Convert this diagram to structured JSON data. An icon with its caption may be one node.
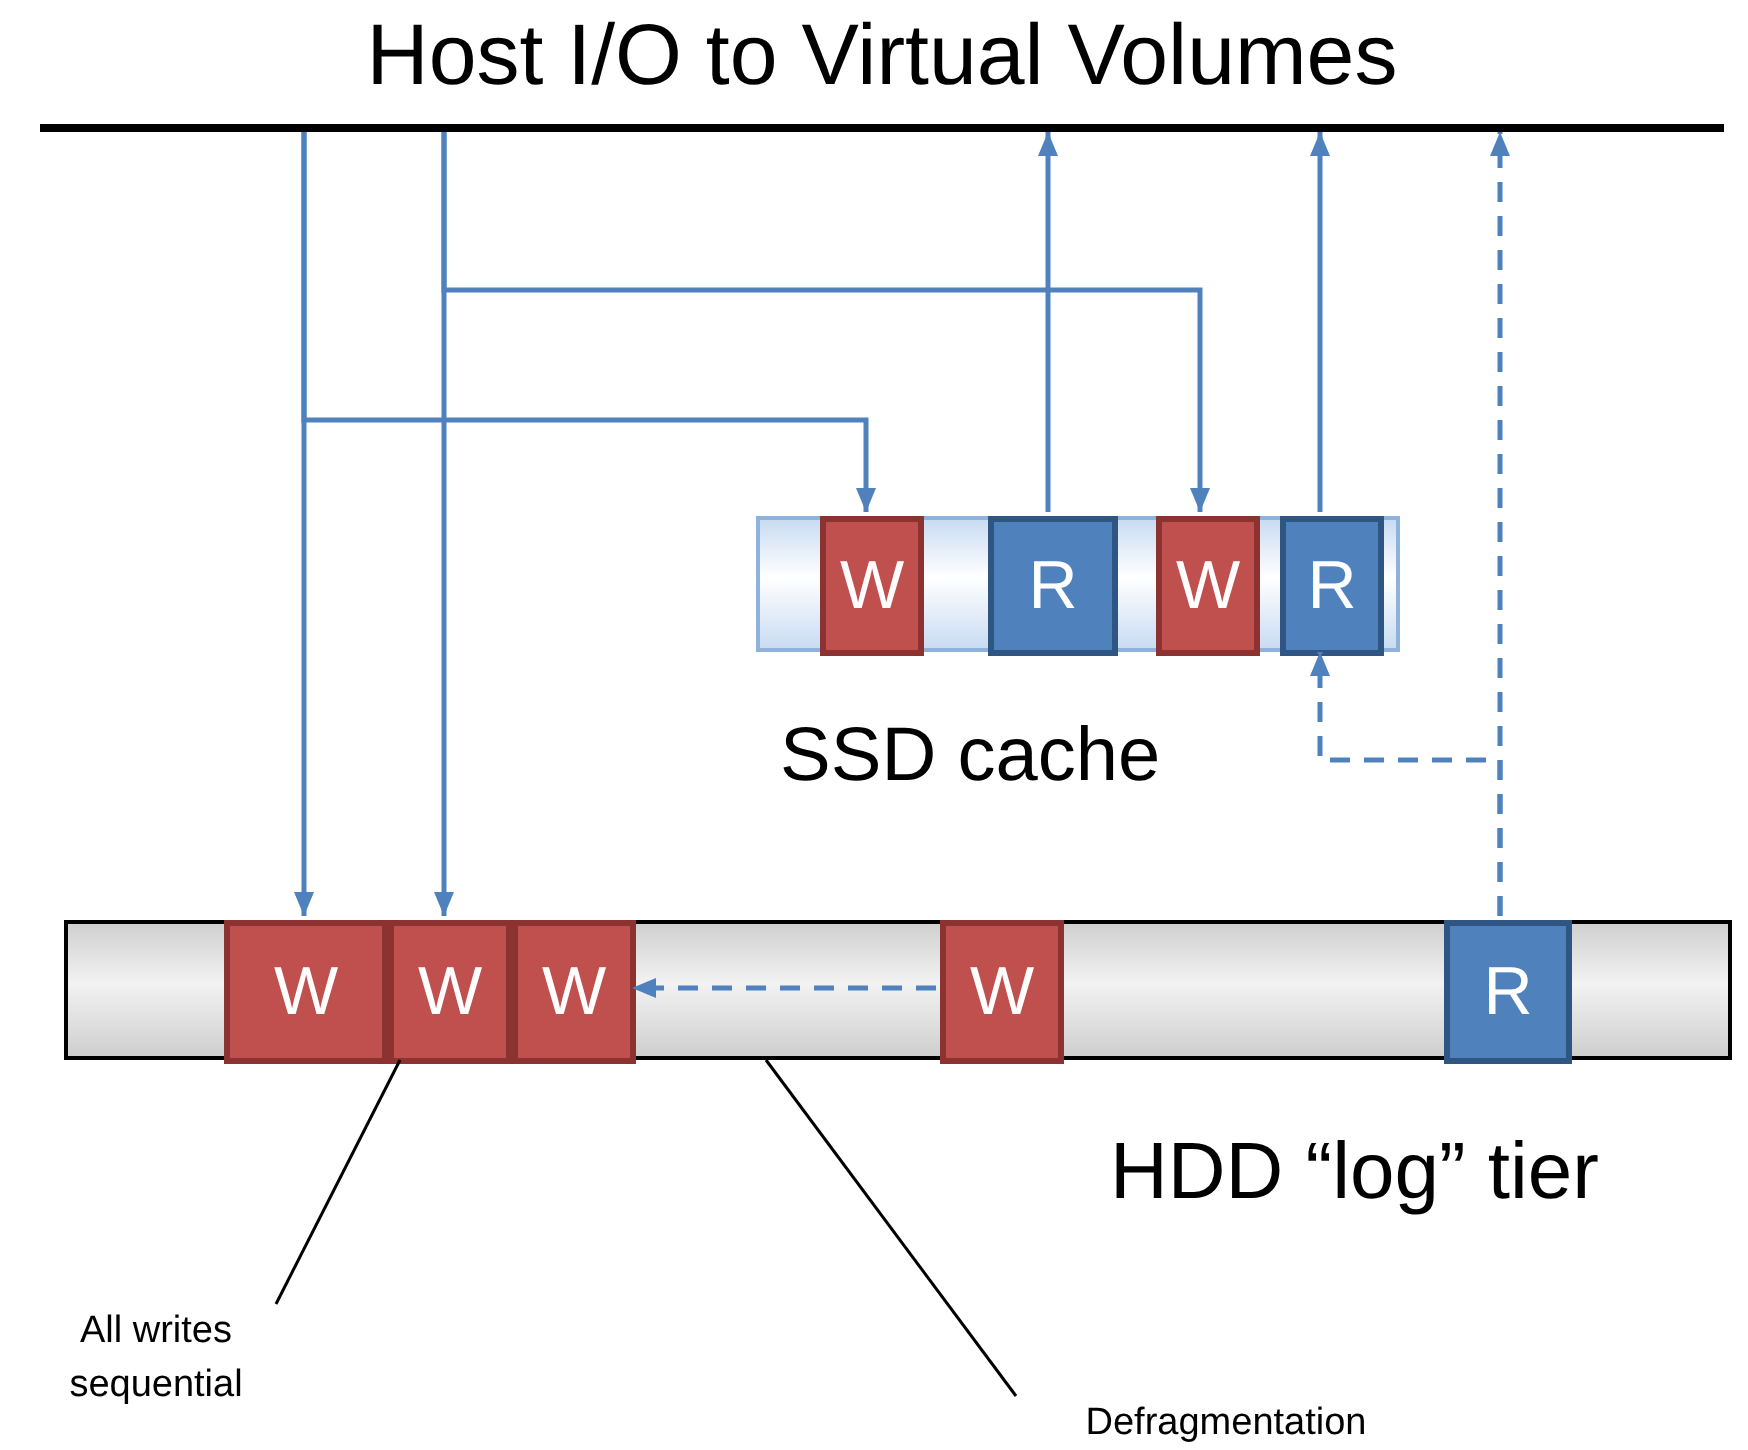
{
  "diagram": {
    "nodes": [
      {
        "text": [
          "Host I/O to Virtual Volumes"
        ]
      },
      {
        "text": [
          "SSD cache"
        ]
      },
      {
        "text": [
          "W"
        ],
        "in": 1
      },
      {
        "text": [
          "R"
        ],
        "in": 1
      },
      {
        "text": [
          "W"
        ],
        "in": 1
      },
      {
        "text": [
          "R"
        ],
        "in": 1
      },
      {
        "text": [
          "HDD “log” tier"
        ]
      },
      {
        "text": [
          "W"
        ],
        "in": 6
      },
      {
        "text": [
          "W"
        ],
        "in": 6
      },
      {
        "text": [
          "W"
        ],
        "in": 6
      },
      {
        "text": [
          "W"
        ],
        "in": 6
      },
      {
        "text": [
          "R"
        ],
        "in": 6
      },
      {
        "text": [
          "All writes sequential"
        ]
      },
      {
        "text": [
          "Defragmentation"
        ]
      }
    ],
    "edges": [
      {
        "from": 0,
        "to": 7,
        "arrow": "to"
      },
      {
        "from": 0,
        "to": 2,
        "arrow": "to"
      },
      {
        "from": 0,
        "to": 8,
        "arrow": "to"
      },
      {
        "from": 0,
        "to": 4,
        "arrow": "to"
      },
      {
        "from": 3,
        "to": 0,
        "arrow": "to"
      },
      {
        "from": 5,
        "to": 0,
        "arrow": "to"
      },
      {
        "from": 11,
        "to": 0,
        "arrow": "to",
        "style": "dashed"
      },
      {
        "from": 11,
        "to": 5,
        "arrow": "to",
        "style": "dashed"
      },
      {
        "from": 10,
        "to": 9,
        "arrow": "to",
        "style": "dashed"
      },
      {
        "from": 12,
        "to": 6,
        "arrow": "none",
        "color": "#000000"
      },
      {
        "from": 13,
        "to": 6,
        "arrow": "none",
        "color": "#000000"
      }
    ]
  }
}
